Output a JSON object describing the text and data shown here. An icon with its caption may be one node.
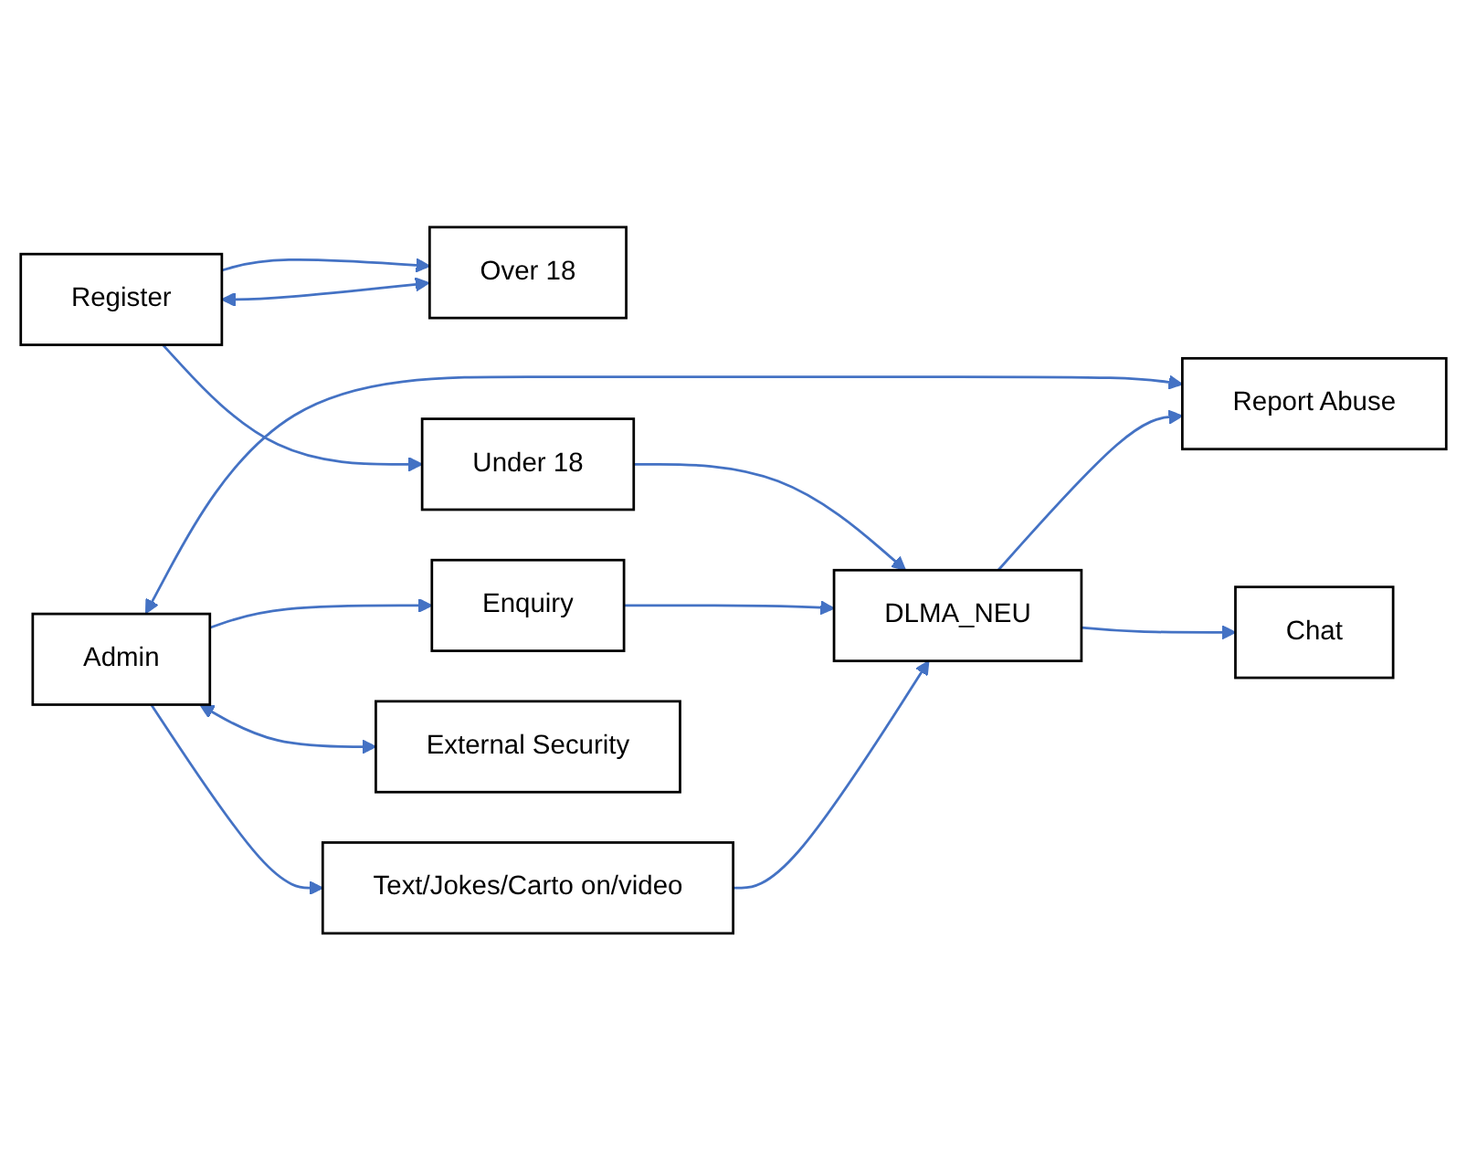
{
  "diagram": {
    "nodes": [
      {
        "text": [
          "Register"
        ]
      },
      {
        "text": [
          "Over 18"
        ]
      },
      {
        "text": [
          "Under 18"
        ]
      },
      {
        "text": [
          "Enquiry"
        ]
      },
      {
        "text": [
          "DLMA_NEU"
        ]
      },
      {
        "text": [
          "Admin"
        ]
      },
      {
        "text": [
          "Text/Jokes/Carto on/video"
        ]
      },
      {
        "text": [
          "Report Abuse"
        ]
      },
      {
        "text": [
          "Chat"
        ]
      },
      {
        "text": [
          "External Security"
        ]
      }
    ],
    "edges": [
      {
        "from": 1,
        "to": 0,
        "arrow": "both"
      },
      {
        "from": 0,
        "to": 1,
        "arrow": "to"
      },
      {
        "from": 0,
        "to": 2,
        "arrow": "to"
      },
      {
        "from": 2,
        "to": 4,
        "arrow": "to"
      },
      {
        "from": 5,
        "to": 3,
        "arrow": "to"
      },
      {
        "from": 5,
        "to": 6,
        "arrow": "to"
      },
      {
        "from": 5,
        "to": 7,
        "arrow": "both"
      },
      {
        "from": 3,
        "to": 4,
        "arrow": "to"
      },
      {
        "from": 6,
        "to": 4,
        "arrow": "to"
      },
      {
        "from": 4,
        "to": 7,
        "arrow": "to"
      },
      {
        "from": 4,
        "to": 8,
        "arrow": "to"
      },
      {
        "from": 5,
        "to": 9,
        "arrow": "both"
      }
    ]
  }
}
